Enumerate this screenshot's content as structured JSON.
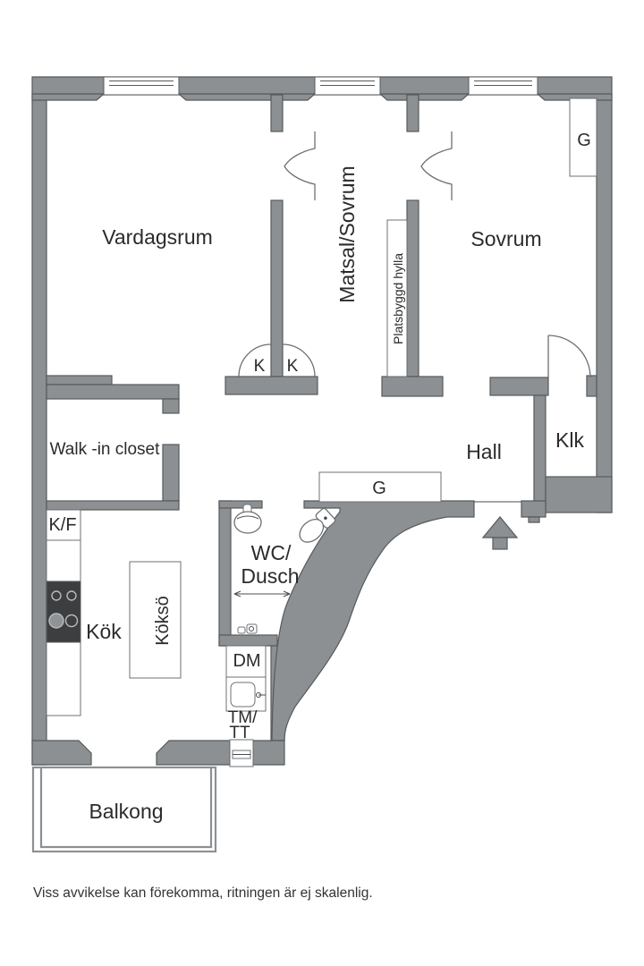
{
  "colors": {
    "background": "#ffffff",
    "wall": "#8c9093",
    "wall_outline": "#565a5c",
    "fixture_outline": "#6d7174",
    "text": "#2b2b2b",
    "stove_dark": "#3c3e40"
  },
  "rooms": {
    "vardagsrum": "Vardagsrum",
    "matsal_sovrum": "Matsal/Sovrum",
    "sovrum": "Sovrum",
    "walk_in_closet": "Walk -in closet",
    "hall": "Hall",
    "klk": "Klk",
    "wc_dusch_line1": "WC/",
    "wc_dusch_line2": "Dusch",
    "kok": "Kök",
    "kokso": "Köksö",
    "balkong": "Balkong"
  },
  "fixtures": {
    "garderob_sovrum": "G",
    "garderob_hall": "G",
    "kladkammare_left": "K",
    "kladkammare_right": "K",
    "kyl_frys": "K/F",
    "diskmaskin": "DM",
    "tvattmaskin_line1": "TM/",
    "tvattmaskin_line2": "TT",
    "platsbyggd_hylla": "Platsbyggd hylla"
  },
  "footer": {
    "disclaimer": "Viss avvikelse kan förekomma, ritningen är ej skalenlig."
  }
}
